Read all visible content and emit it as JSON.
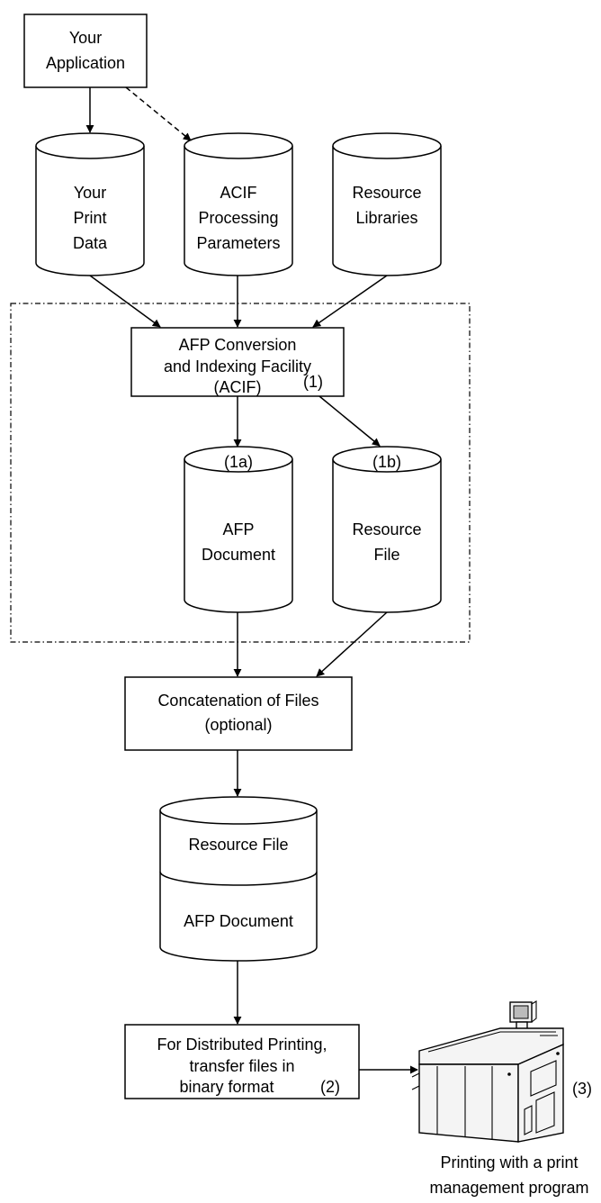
{
  "nodes": {
    "your_application": {
      "lines": [
        "Your",
        "Application"
      ]
    },
    "your_print_data": {
      "lines": [
        "Your",
        "Print",
        "Data"
      ]
    },
    "acif_processing_parameters": {
      "lines": [
        "ACIF",
        "Processing",
        "Parameters"
      ]
    },
    "resource_libraries": {
      "lines": [
        "Resource",
        "Libraries"
      ]
    },
    "acif": {
      "lines": [
        "AFP Conversion",
        "and Indexing Facility",
        "(ACIF)"
      ],
      "marker": "(1)"
    },
    "afp_document": {
      "marker": "(1a)",
      "lines": [
        "AFP",
        "Document"
      ]
    },
    "resource_file": {
      "marker": "(1b)",
      "lines": [
        "Resource",
        "File"
      ]
    },
    "concatenation": {
      "lines": [
        "Concatenation of Files",
        "(optional)"
      ]
    },
    "combined_file": {
      "top_label": "Resource File",
      "bottom_label": "AFP Document"
    },
    "transfer": {
      "lines": [
        "For Distributed Printing,",
        "transfer files in",
        "binary format"
      ],
      "marker": "(2)"
    },
    "printer": {
      "marker": "(3)",
      "caption": [
        "Printing with a print",
        "management program"
      ],
      "icon": "printer-icon"
    }
  }
}
